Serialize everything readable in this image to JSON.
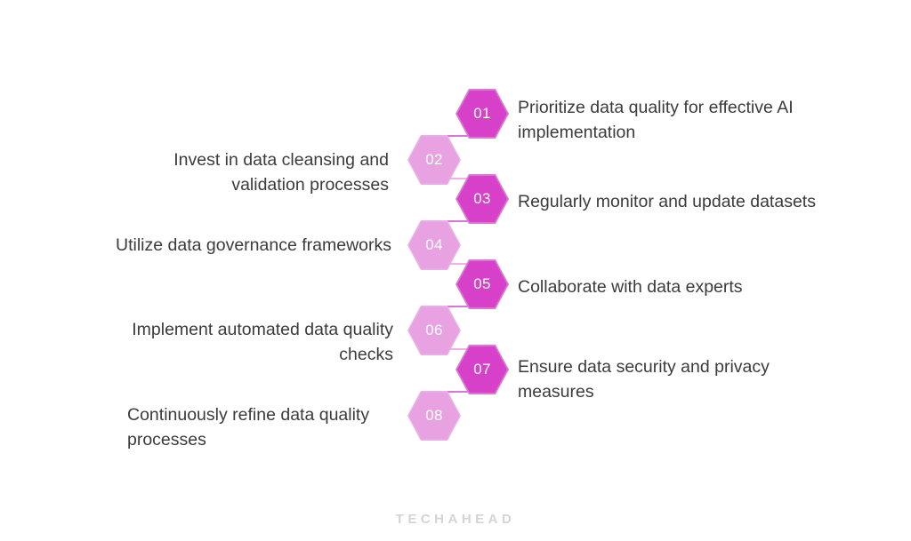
{
  "graphic": {
    "type": "zigzag-hexagon-list",
    "background_color": "#ffffff",
    "accent_dark": "#d740c9",
    "accent_light": "#e8a2e2",
    "connector_color": "#d978d2",
    "text_color": "#3b3b3d",
    "brand_color": "#d4d4d4"
  },
  "brand": {
    "name": "TECHAHEAD"
  },
  "steps": [
    {
      "number": "01",
      "text": "Prioritize data quality for effective AI implementation",
      "side": "right",
      "tone": "dark"
    },
    {
      "number": "02",
      "text": "Invest in data cleansing and validation processes",
      "side": "left",
      "tone": "light"
    },
    {
      "number": "03",
      "text": "Regularly monitor and update datasets",
      "side": "right",
      "tone": "dark"
    },
    {
      "number": "04",
      "text": "Utilize data governance frameworks",
      "side": "left",
      "tone": "light"
    },
    {
      "number": "05",
      "text": "Collaborate with data experts",
      "side": "right",
      "tone": "dark"
    },
    {
      "number": "06",
      "text": "Implement automated data quality checks",
      "side": "left",
      "tone": "light"
    },
    {
      "number": "07",
      "text": "Ensure data security and privacy measures",
      "side": "right",
      "tone": "dark"
    },
    {
      "number": "08",
      "text": "Continuously refine data quality processes",
      "side": "left",
      "tone": "light"
    }
  ]
}
